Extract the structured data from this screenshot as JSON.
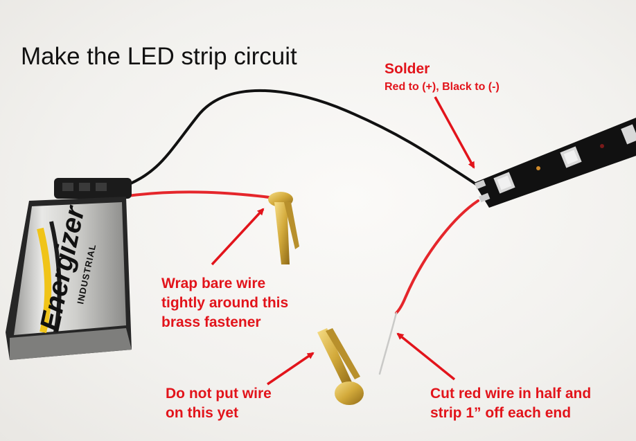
{
  "title": "Make the LED strip circuit",
  "annotations": {
    "solder": {
      "heading": "Solder",
      "detail": "Red to (+), Black to (-)"
    },
    "wrap": {
      "lines": [
        "Wrap bare wire",
        "tightly around this",
        "brass fastener"
      ]
    },
    "do_not": {
      "lines": [
        "Do not put wire",
        "on this yet"
      ]
    },
    "cut": {
      "lines": [
        "Cut red wire in half and",
        "strip 1” off each end"
      ]
    }
  },
  "battery": {
    "brand": "Energizer",
    "type": "INDUSTRIAL"
  },
  "colors": {
    "annotation": "#e2141b",
    "red_wire": "#e5262b",
    "black_wire": "#111111",
    "brass": "#d2a93a"
  }
}
